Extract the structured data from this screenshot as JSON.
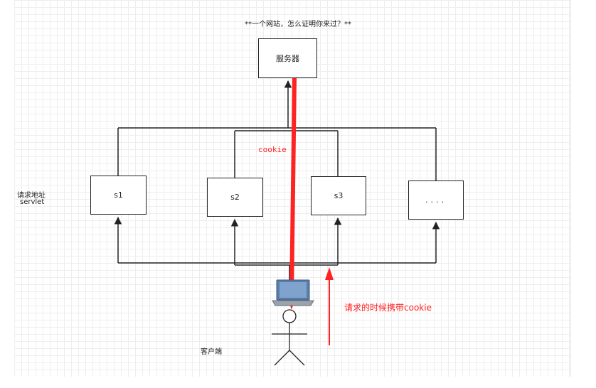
{
  "diagram": {
    "title": "**一个网站，怎么证明你来过？**",
    "server_label": "服务器",
    "servlets": [
      "s1",
      "s2",
      "s3",
      "...."
    ],
    "side_label_line1": "请求地址",
    "side_label_line2": "servlet",
    "cookie_label": "cookie",
    "request_note": "请求的时候携带cookie",
    "client_label": "客户端"
  },
  "colors": {
    "line": "#222222",
    "highlight": "#ff2222",
    "laptop": "#5b7da8"
  }
}
